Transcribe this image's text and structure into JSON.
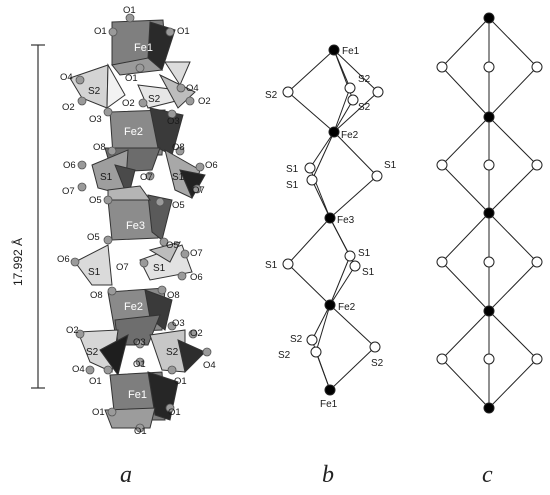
{
  "scale": {
    "label": "17.992 Å"
  },
  "panels": [
    {
      "id": "a",
      "letter": "a"
    },
    {
      "id": "b",
      "letter": "b"
    },
    {
      "id": "c",
      "letter": "c"
    }
  ],
  "panel_a": {
    "poly_labels": [
      "Fe1",
      "S2",
      "S2",
      "Fe2",
      "S1",
      "S1",
      "Fe3",
      "S1",
      "S1",
      "Fe2",
      "S2",
      "S2",
      "Fe1"
    ],
    "oxygen_labels": [
      "O1",
      "O1",
      "O1",
      "O1",
      "O4",
      "O4",
      "O2",
      "O2",
      "O2",
      "O3",
      "O3",
      "O8",
      "O8",
      "O6",
      "O6",
      "O7",
      "O7",
      "O7",
      "O5",
      "O5",
      "O5",
      "O5",
      "O6",
      "O7",
      "O7",
      "O6",
      "O8",
      "O8",
      "O2",
      "O3",
      "O2",
      "O4",
      "O3",
      "O4",
      "O1",
      "O1",
      "O1",
      "O1",
      "O1",
      "O1"
    ]
  },
  "panel_b": {
    "labels": [
      "Fe1",
      "S2",
      "S2",
      "S2",
      "Fe2",
      "S1",
      "S1",
      "S1",
      "Fe3",
      "S1",
      "S1",
      "S1",
      "Fe2",
      "S2",
      "S2",
      "S2",
      "Fe1"
    ]
  }
}
